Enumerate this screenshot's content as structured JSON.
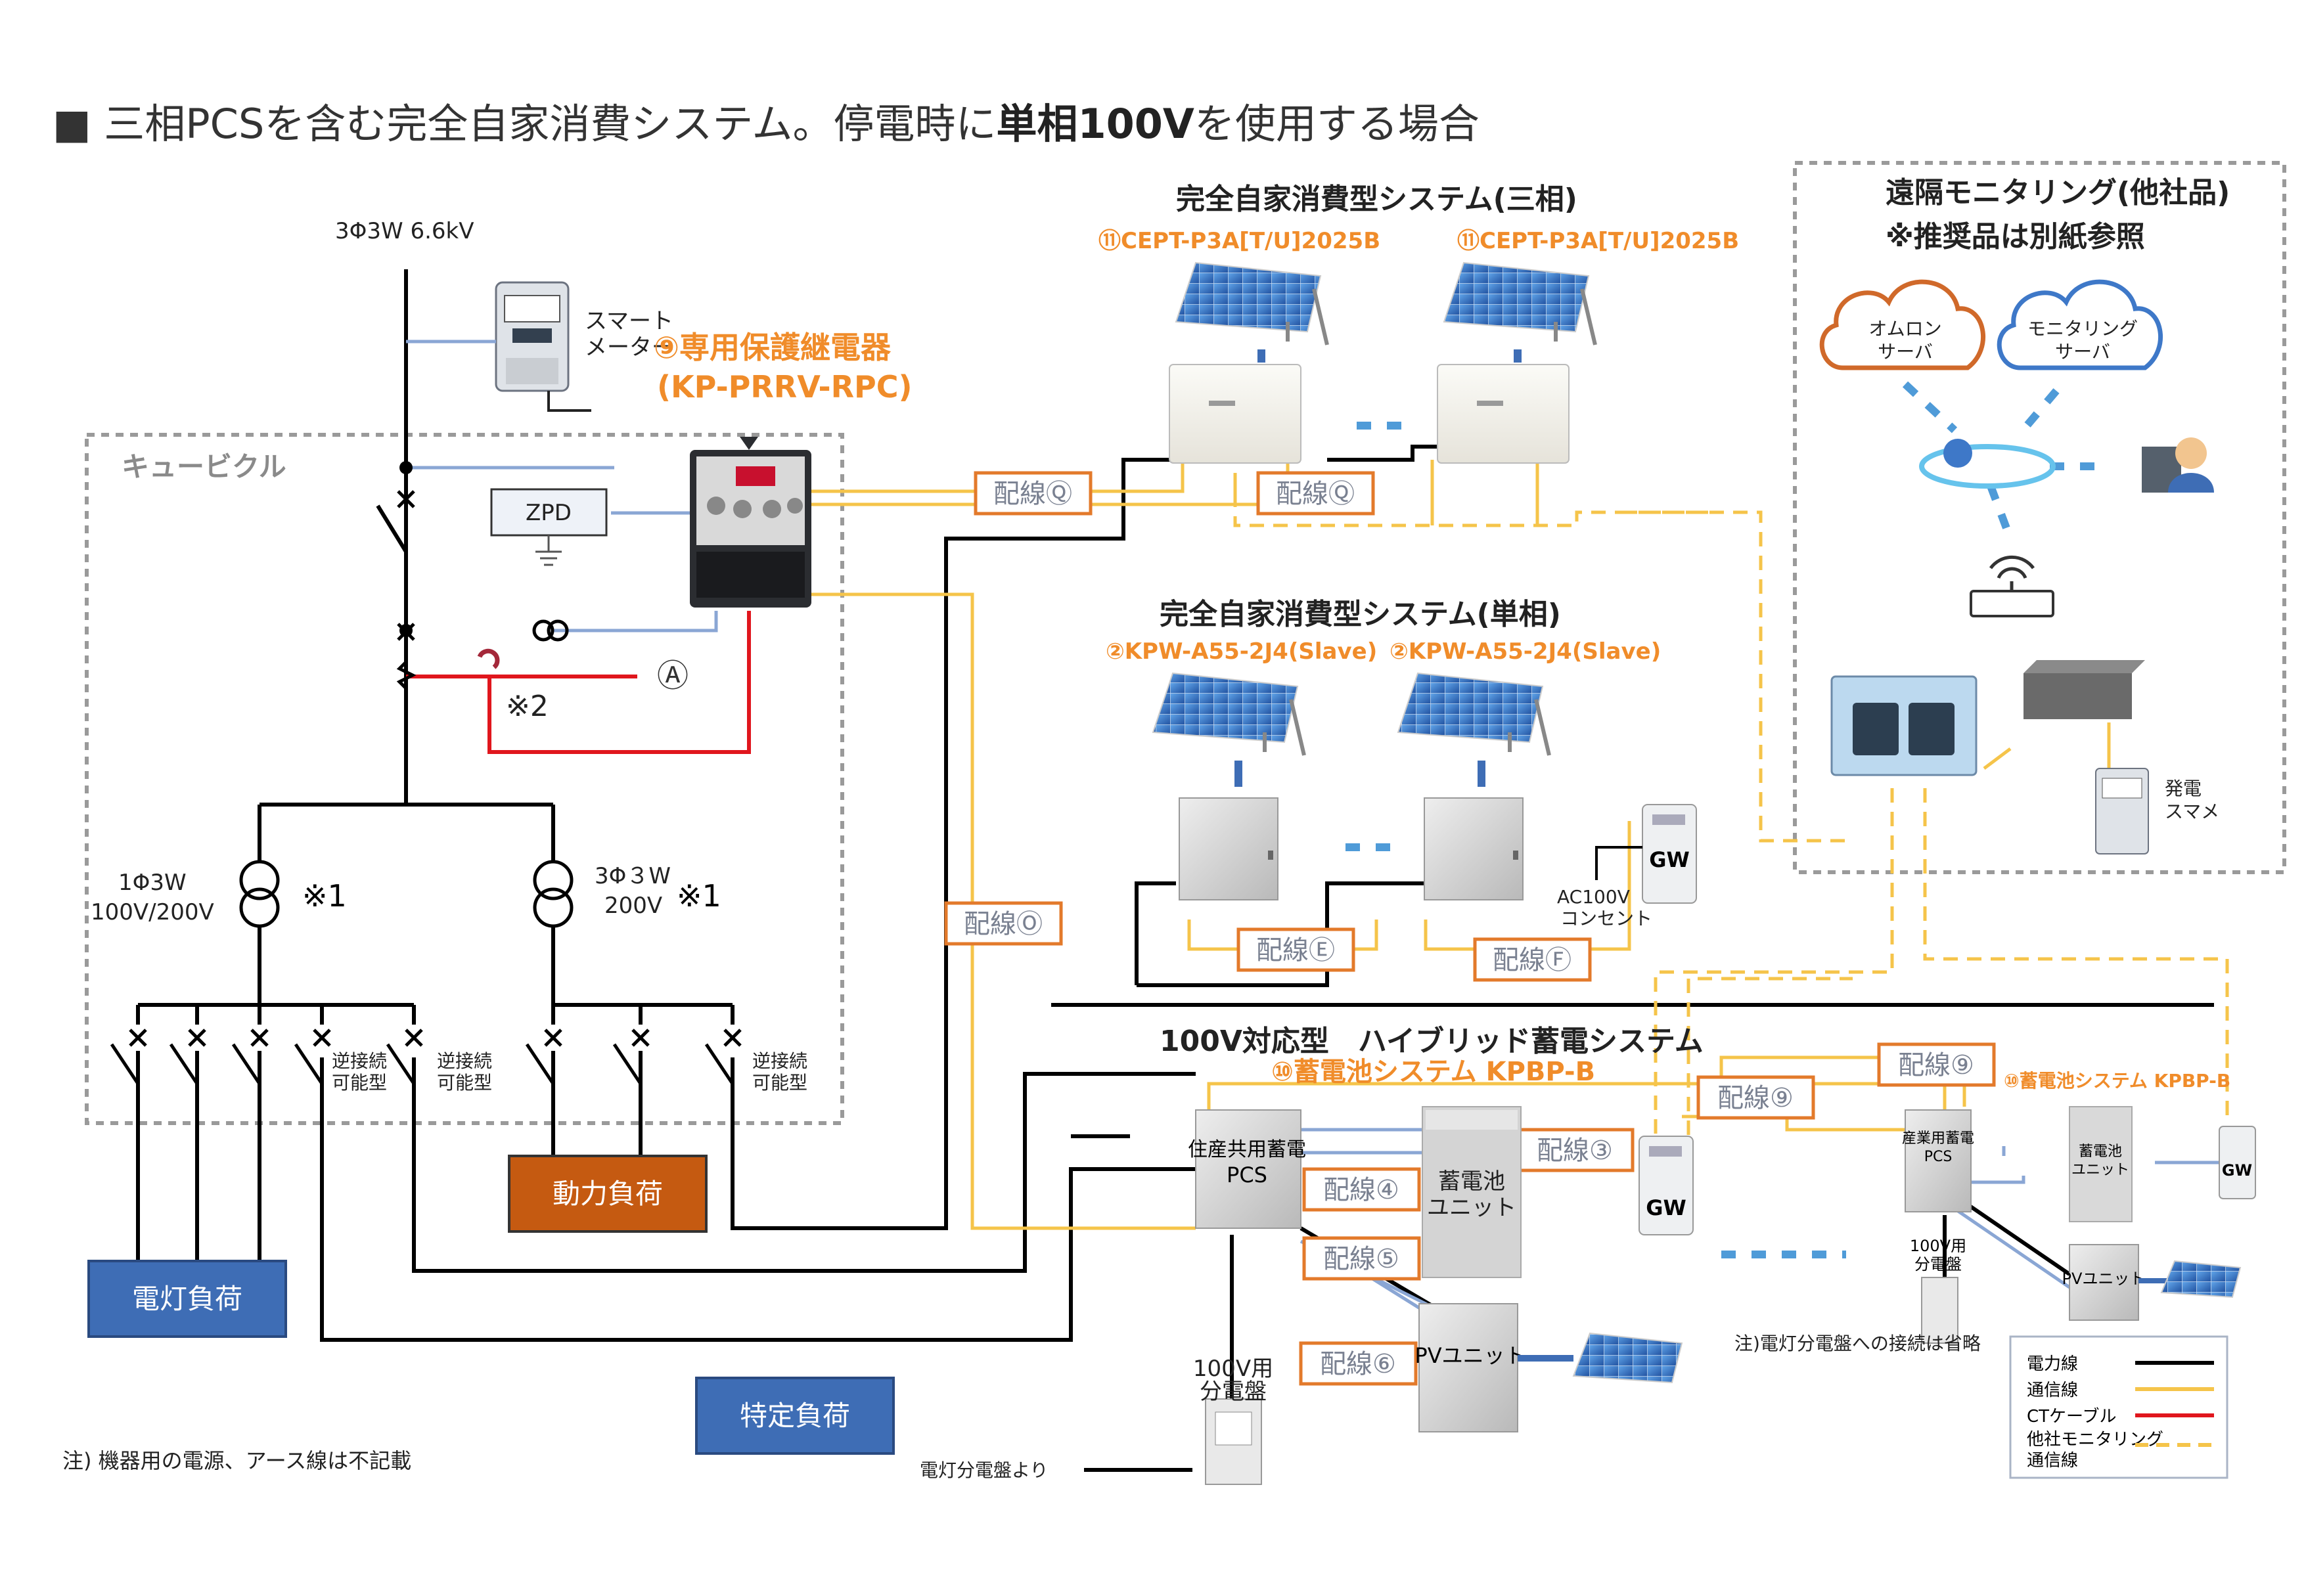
{
  "title": {
    "prefix": "■ 三相PCSを含む完全自家消費システム。停電時に",
    "bold": "単相100V",
    "suffix": "を使用する場合"
  },
  "incoming": "3Φ3W 6.6kV",
  "smart_meter": {
    "line1": "スマート",
    "line2": "メーター"
  },
  "relay": {
    "name": "⑨専用保護継電器",
    "model": "(KP-PRRV-RPC)"
  },
  "cubicle": "キュービクル",
  "zpd": "ZPD",
  "circle_a": "Ⓐ",
  "mark2": "※2",
  "tr1": {
    "line1": "1Φ3W",
    "line2": "100V/200V",
    "note": "※1"
  },
  "tr2": {
    "line1": "3Φ３W",
    "line2": "200V",
    "note": "※1"
  },
  "reverse_labels": [
    "逆接続",
    "可能型",
    "逆接続",
    "可能型",
    "逆接続",
    "可能型"
  ],
  "loads": {
    "power": "動力負荷",
    "light": "電灯負荷",
    "specific": "特定負荷"
  },
  "sys3": {
    "title": "完全自家消費型システム(三相)",
    "model1": "⑪CEPT-P3A[T/U]2025B",
    "model2": "⑪CEPT-P3A[T/U]2025B"
  },
  "sys1": {
    "title": "完全自家消費型システム(単相)",
    "model1": "②KPW-A55-2J4(Slave)",
    "model2": "②KPW-A55-2J4(Slave)"
  },
  "wiring": {
    "q1": "配線Ⓠ",
    "q2": "配線Ⓠ",
    "o": "配線Ⓞ",
    "e": "配線Ⓔ",
    "f": "配線Ⓕ",
    "n9a": "配線⑨",
    "n9b": "配線⑨",
    "n3": "配線③",
    "n4": "配線④",
    "n5": "配線⑤",
    "n6": "配線⑥"
  },
  "gw": "GW",
  "ac100": {
    "line1": "AC100V",
    "line2": "コンセント"
  },
  "hybrid": {
    "title": "100V対応型　ハイブリッド蓄電システム",
    "model": "⑩蓄電池システム KPBP-B"
  },
  "pcs": {
    "line1": "住産共用蓄電",
    "line2": "PCS"
  },
  "battery": {
    "line1": "蓄電池",
    "line2": "ユニット"
  },
  "pv_unit": "PVユニット",
  "dist100": {
    "line1": "100V用",
    "line2": "分電盤"
  },
  "from_light_panel": "電灯分電盤より",
  "remote": {
    "title": "遠隔モニタリング(他社品)",
    "note": "※推奨品は別紙参照"
  },
  "cloud1": {
    "line1": "オムロン",
    "line2": "サーバ"
  },
  "cloud2": {
    "line1": "モニタリング",
    "line2": "サーバ"
  },
  "gen_meter": {
    "line1": "発電",
    "line2": "スマメ"
  },
  "industrial": {
    "model": "⑩蓄電池システム KPBP-B",
    "pcs1": "産業用蓄電",
    "pcs2": "PCS",
    "bat1": "蓄電池",
    "bat2": "ユニット",
    "dist1": "100V用",
    "dist2": "分電盤",
    "pv": "PVユニット",
    "gw": "GW"
  },
  "note_light": "注)電灯分電盤への接続は省略",
  "legend": {
    "power": "電力線",
    "comm": "通信線",
    "ct": "CTケーブル",
    "other1": "他社モニタリング",
    "other2": "通信線"
  },
  "note_bottom": "注) 機器用の電源、アース線は不記載",
  "colors": {
    "power": "#000000",
    "comm": "#f5c44a",
    "ct": "#e0161d",
    "blue_wire": "#8aa6d4",
    "load_orange": "#c55a11",
    "load_blue": "#3e6db5",
    "accent_orange": "#f08c2a"
  }
}
